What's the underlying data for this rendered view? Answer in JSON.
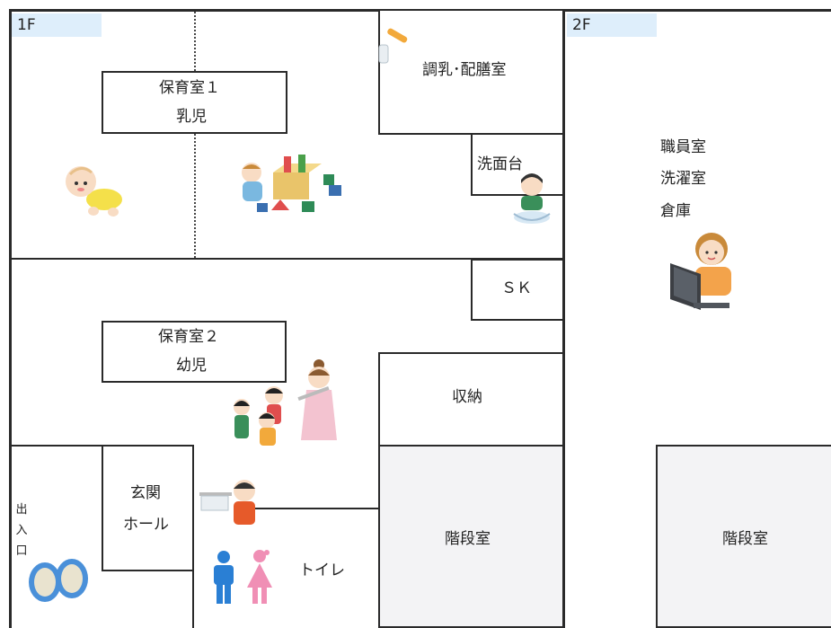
{
  "floors": {
    "f1": "1F",
    "f2": "2F"
  },
  "rooms": {
    "hoiku1": {
      "name": "保育室１",
      "sub": "乳児"
    },
    "chonyu": "調乳･配膳室",
    "senmen": "洗面台",
    "shokuin": [
      "職員室",
      "洗濯室",
      "倉庫"
    ],
    "sk": "ＳＫ",
    "hoiku2": {
      "name": "保育室２",
      "sub": "幼児"
    },
    "shuno": "収納",
    "genkan": {
      "line1": "玄関",
      "line2": "ホール"
    },
    "deiriguchi": [
      "出",
      "入",
      "口"
    ],
    "toilet": "トイレ",
    "kaidan1": "階段室",
    "kaidan2": "階段室"
  },
  "icons": [
    "baby-crawling-icon",
    "child-with-blocks-icon",
    "bottle-icon",
    "child-washing-icon",
    "staff-at-laptop-icon",
    "teacher-with-children-icon",
    "child-washing-hands-icon",
    "boy-toilet-icon",
    "girl-toilet-icon",
    "shoes-icon"
  ],
  "colors": {
    "floor_tag": "#deeefb",
    "wall": "#2a2a2a",
    "stair_fill": "#f3f3f5",
    "boy": "#2a7fd4",
    "girl": "#f08fb5"
  }
}
